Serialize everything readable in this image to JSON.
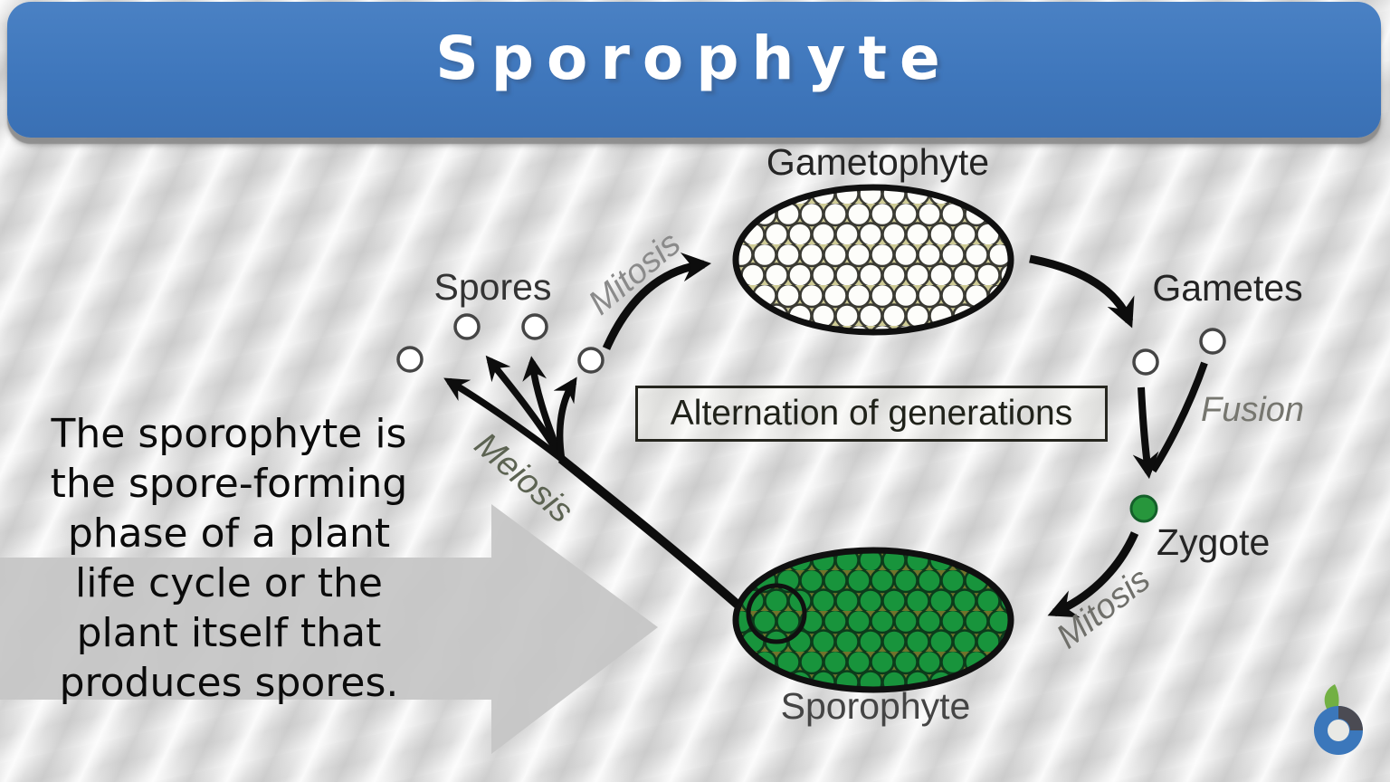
{
  "header": {
    "title": "Sporophyte",
    "bg_color": "#3f77bc"
  },
  "definition": {
    "lines": [
      "The sporophyte is",
      "the spore-forming",
      "phase of a plant",
      "life cycle or the",
      "plant itself that",
      "produces spores."
    ]
  },
  "diagram": {
    "center_box_label": "Alternation of generations",
    "nodes": {
      "gametophyte": "Gametophyte",
      "spores": "Spores",
      "gametes": "Gametes",
      "zygote": "Zygote",
      "sporophyte": "Sporophyte"
    },
    "processes": {
      "mitosis_top": "Mitosis",
      "fusion": "Fusion",
      "mitosis_bottom": "Mitosis",
      "meiosis": "Meiosis"
    },
    "colors": {
      "arrow": "#0d0d0d",
      "big_gray_arrow": "#c6c6c6",
      "gametophyte_cells": "#fdfdfa",
      "sporophyte_cells": "#18943c",
      "zygote": "#27963c"
    }
  },
  "logo": {
    "name": "biology-online-logo"
  }
}
